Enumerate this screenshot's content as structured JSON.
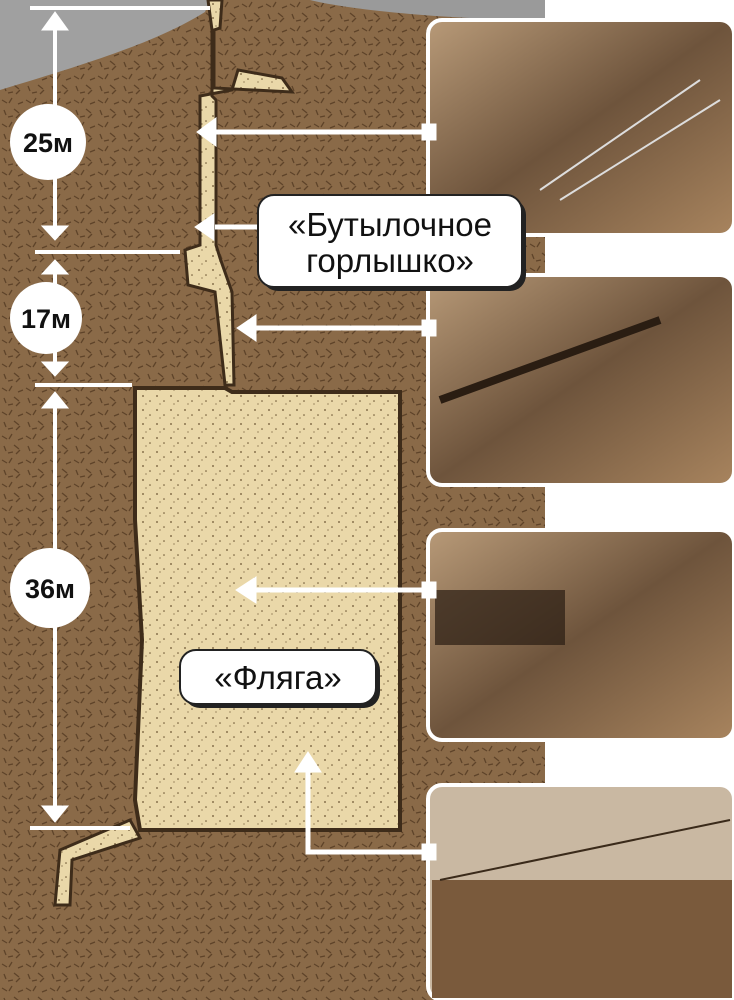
{
  "colors": {
    "soil": "#8a6a48",
    "soil_texture": "#5e4329",
    "cavity": "#ead8a9",
    "wall": "#5a4028",
    "sky": "#9a9a9a",
    "marker": "#ffffff"
  },
  "dimensions": [
    {
      "label": "25м",
      "meters": 25
    },
    {
      "label": "17м",
      "meters": 17
    },
    {
      "label": "36м",
      "meters": 36
    }
  ],
  "callouts": {
    "bottleneck": {
      "line1": "«Бутылочное",
      "line2": "горлышко»"
    },
    "flask": {
      "label": "«Фляга»"
    }
  },
  "photos": [
    {
      "name": "photo-upper-shaft"
    },
    {
      "name": "photo-bottleneck"
    },
    {
      "name": "photo-flask-middle"
    },
    {
      "name": "photo-flask-bottom"
    }
  ]
}
